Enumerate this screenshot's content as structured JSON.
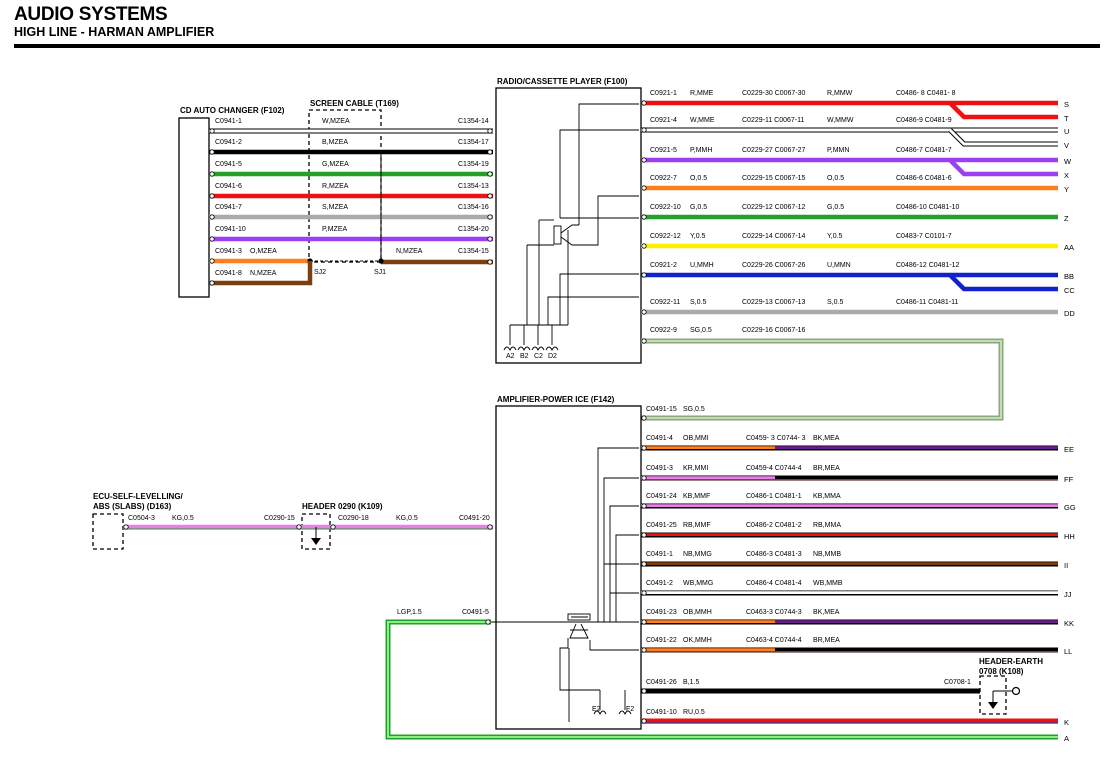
{
  "header": {
    "title": "AUDIO SYSTEMS",
    "subtitle": "HIGH LINE - HARMAN AMPLIFIER"
  },
  "components": {
    "cd_changer": "CD AUTO CHANGER (F102)",
    "screen_cable": "SCREEN CABLE (T169)",
    "radio": "RADIO/CASSETTE PLAYER (F100)",
    "amplifier": "AMPLIFIER-POWER ICE (F142)",
    "ecu_line1": "ECU-SELF-LEVELLING/",
    "ecu_line2": "ABS (SLABS) (D163)",
    "header_0290": "HEADER 0290 (K109)",
    "header_earth_line1": "HEADER-EARTH",
    "header_earth_line2": "0708 (K108)"
  },
  "splices": {
    "sj1": "SJ1",
    "sj2": "SJ2"
  },
  "radio_grounds": [
    "A2",
    "B2",
    "C2",
    "D2"
  ],
  "amp_grounds": [
    "E2",
    "F2"
  ],
  "cd_wires": [
    {
      "from": "C0941-1",
      "code": "W,MZEA",
      "to": "C1354-14",
      "color": "#ffffff",
      "outline": true
    },
    {
      "from": "C0941-2",
      "code": "B,MZEA",
      "to": "C1354-17",
      "color": "#000000"
    },
    {
      "from": "C0941-5",
      "code": "G,MZEA",
      "to": "C1354-19",
      "color": "#22a028"
    },
    {
      "from": "C0941-6",
      "code": "R,MZEA",
      "to": "C1354-13",
      "color": "#ee1111"
    },
    {
      "from": "C0941-7",
      "code": "S,MZEA",
      "to": "C1354-16",
      "color": "#aaaaaa"
    },
    {
      "from": "C0941-10",
      "code": "P,MZEA",
      "to": "C1354-20",
      "color": "#9b3ff0"
    }
  ],
  "cd_wire_o": {
    "from": "C0941-3",
    "code": "O,MZEA",
    "code2": "N,MZEA",
    "to": "C1354-15"
  },
  "cd_wire_n": {
    "from": "C0941-8",
    "code": "N,MZEA"
  },
  "radio_wires": [
    {
      "from": "C0921-1",
      "code1": "R,MME",
      "mid": "C0229-30 C0067-30",
      "code2": "R,MMW",
      "end": "C0486- 8  C0481- 8",
      "letter": "S",
      "color": "#ee1111"
    },
    {
      "from": "C0921-4",
      "code1": "W,MME",
      "mid": "C0229-11 C0067-11",
      "code2": "W,MMW",
      "end": "C0486-9 C0481-9",
      "letter": "U",
      "color": "#ffffff",
      "outline": true
    },
    {
      "from": "C0921-5",
      "code1": "P,MMH",
      "mid": "C0229-27 C0067-27",
      "code2": "P,MMN",
      "end": "C0486-7 C0481-7",
      "letter": "W",
      "color": "#9b3ff0"
    },
    {
      "from": "C0922-7",
      "code1": "O,0.5",
      "mid": "C0229-15 C0067-15",
      "code2": "O,0.5",
      "end": "C0486-6 C0481-6",
      "letter": "Y",
      "color": "#ff7f1f"
    },
    {
      "from": "C0922-10",
      "code1": "G,0.5",
      "mid": "C0229-12 C0067-12",
      "code2": "G,0.5",
      "end": "C0486-10 C0481-10",
      "letter": "Z",
      "color": "#22a028"
    },
    {
      "from": "C0922-12",
      "code1": "Y,0.5",
      "mid": "C0229-14 C0067-14",
      "code2": "Y,0.5",
      "end": "C0483-7 C0101-7",
      "letter": "AA",
      "color": "#ffee00"
    },
    {
      "from": "C0921-2",
      "code1": "U,MMH",
      "mid": "C0229-26 C0067-26",
      "code2": "U,MMN",
      "end": "C0486-12 C0481-12",
      "letter": "BB",
      "color": "#1122cc"
    },
    {
      "from": "C0922-11",
      "code1": "S,0.5",
      "mid": "C0229-13 C0067-13",
      "code2": "S,0.5",
      "end": "C0486-11 C0481-11",
      "letter": "DD",
      "color": "#aaaaaa"
    }
  ],
  "branch_letters": {
    "T": "T",
    "V": "V",
    "X": "X",
    "CC": "CC"
  },
  "radio_sg": {
    "from": "C0922-9",
    "code": "SG,0.5",
    "mid": "C0229-16 C0067-16"
  },
  "amp_sg": {
    "from": "C0491-15",
    "code": "SG,0.5"
  },
  "amp_wires": [
    {
      "from": "C0491-4",
      "code1": "OB,MMI",
      "mid": "C0459- 3  C0744- 3",
      "code2": "BK,MEA",
      "letter": "EE",
      "c1": "#ff7f1f",
      "c2": "#000000",
      "c3": "#6a1b8c"
    },
    {
      "from": "C0491-3",
      "code1": "KR,MMI",
      "mid": "C0459-4 C0744-4",
      "code2": "BR,MEA",
      "letter": "FF",
      "c1": "#e880e8",
      "c2": "#ee1111",
      "c3": "#000000"
    },
    {
      "from": "C0491-24",
      "code1": "KB,MMF",
      "mid": "C0486-1 C0481-1",
      "code2": "KB,MMA",
      "letter": "GG",
      "c1": "#e880e8",
      "c2": "#000000",
      "c3": "#e880e8"
    },
    {
      "from": "C0491-25",
      "code1": "RB,MMF",
      "mid": "C0486-2 C0481-2",
      "code2": "RB,MMA",
      "letter": "HH",
      "c1": "#ee1111",
      "c2": "#000000",
      "c3": "#ee1111"
    },
    {
      "from": "C0491-1",
      "code1": "NB,MMG",
      "mid": "C0486-3 C0481-3",
      "code2": "NB,MMB",
      "letter": "II",
      "c1": "#7a3f10",
      "c2": "#000000",
      "c3": "#7a3f10"
    },
    {
      "from": "C0491-2",
      "code1": "WB,MMG",
      "mid": "C0486-4 C0481-4",
      "code2": "WB,MMB",
      "letter": "JJ",
      "c1": "#ffffff",
      "c2": "#000000",
      "c3": "#ffffff"
    },
    {
      "from": "C0491-23",
      "code1": "OB,MMH",
      "mid": "C0463-3 C0744-3",
      "code2": "BK,MEA",
      "letter": "KK",
      "c1": "#ff7f1f",
      "c2": "#000000",
      "c3": "#6a1b8c"
    },
    {
      "from": "C0491-22",
      "code1": "OK,MMH",
      "mid": "C0463-4 C0744-4",
      "code2": "BR,MEA",
      "letter": "LL",
      "c1": "#ff7f1f",
      "c2": "#ee1111",
      "c3": "#000000"
    }
  ],
  "amp_b": {
    "from": "C0491-26",
    "code": "B,1.5",
    "to": "C0708-1"
  },
  "amp_ru": {
    "from": "C0491-10",
    "code": "RU,0.5",
    "letter": "K"
  },
  "ecu_wire": {
    "from": "C0504-3",
    "code1": "KG,0.5",
    "mid1": "C0290-15",
    "mid2": "C0290-18",
    "code2": "KG,0.5",
    "to": "C0491-20"
  },
  "lgp_wire": {
    "code": "LGP,1.5",
    "to": "C0491-5",
    "letter": "A"
  },
  "colors": {
    "green": "#22a028",
    "lightgreen": "#44dd44",
    "sg": "#8aaa7a",
    "pink": "#e880e8"
  }
}
